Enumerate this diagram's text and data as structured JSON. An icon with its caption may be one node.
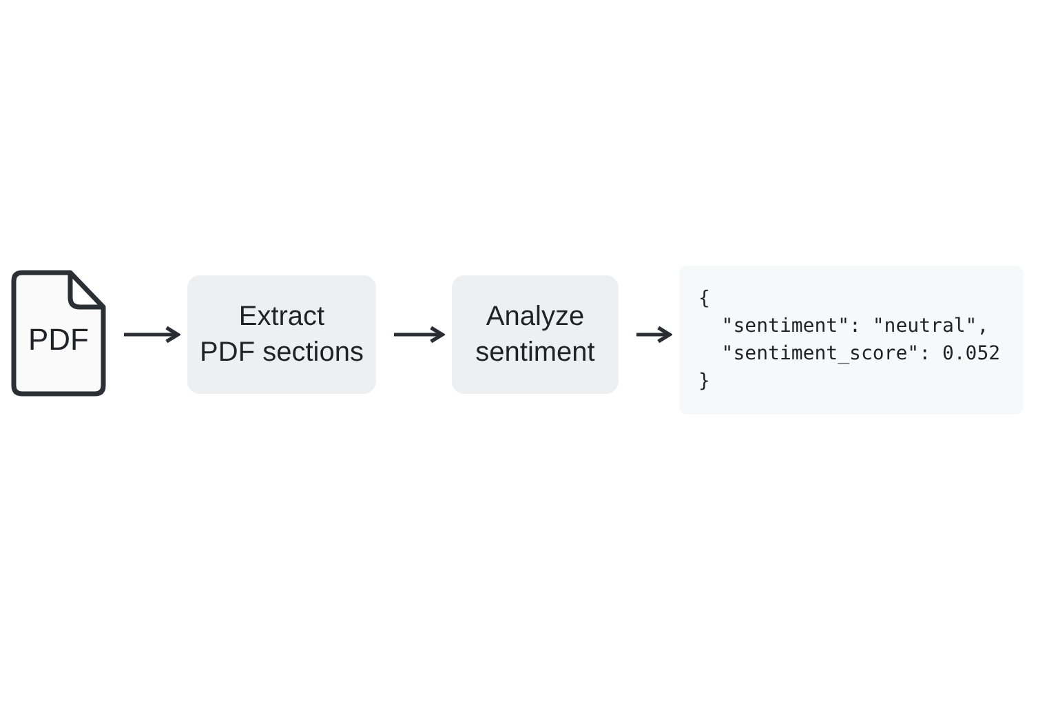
{
  "diagram": {
    "nodes": [
      {
        "text": [
          "PDF"
        ]
      },
      {
        "text": [
          "Extract PDF sections"
        ]
      },
      {
        "text": [
          "Analyze sentiment"
        ]
      },
      {
        "text": [
          "{",
          "\"sentiment\": \"neutral\",",
          "\"sentiment_score\": 0.052",
          "}"
        ]
      }
    ],
    "edges": [
      {
        "from": 0,
        "to": 1,
        "arrow": "to"
      },
      {
        "from": 1,
        "to": 2,
        "arrow": "to"
      },
      {
        "from": 2,
        "to": 3,
        "arrow": "to"
      }
    ]
  }
}
